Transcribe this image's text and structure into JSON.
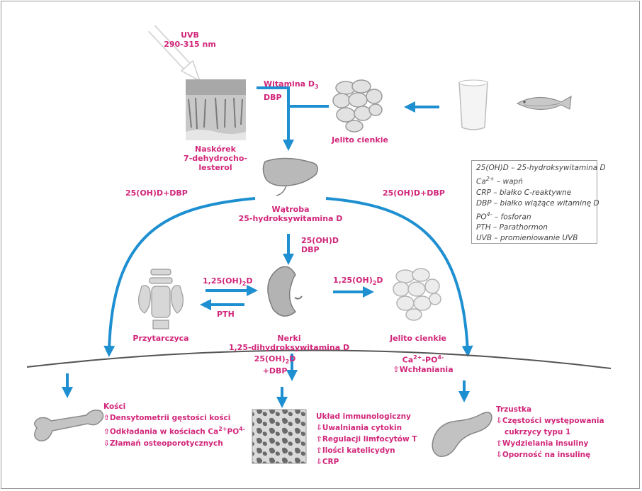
{
  "uvb": {
    "label": "UVB",
    "wavelength": "290-315 nm"
  },
  "skin": {
    "line1": "Naskórek",
    "line2": "7-dehydrocho-",
    "line3": "lesterol"
  },
  "vitd3": {
    "label": "Witamina D",
    "sub": "3",
    "dbp": "DBP"
  },
  "intestine_top": {
    "label": "Jelito cienkie"
  },
  "liver": {
    "line1": "Wątroba",
    "line2": "25-hydroksywitamina D"
  },
  "left_branch": {
    "label": "25(OH)D+DBP"
  },
  "right_branch": {
    "label": "25(OH)D+DBP"
  },
  "center_arrow": {
    "line1": "25(OH)D",
    "line2": "DBP"
  },
  "to_parathyroid": {
    "prefix": "1,25(OH)",
    "sub": "2",
    "suffix": "D"
  },
  "pth": {
    "label": "PTH"
  },
  "to_intestine": {
    "prefix": "1,25(OH)",
    "sub": "2",
    "suffix": "D"
  },
  "parathyroid": {
    "label": "Przytarczyca"
  },
  "kidney": {
    "line1": "Nerki",
    "line2": "1,25-dihydroksywitamina D"
  },
  "intestine_mid": {
    "label": "Jelito cienkie"
  },
  "ca_po4": {
    "prefix": "Ca",
    "ca_sup": "2+",
    "dash": "-PO",
    "po_sup": "4-",
    "effect_arrow": "⇧",
    "effect": "Wchłaniania"
  },
  "center_bottom": {
    "prefix": "25(OH)",
    "sub": "2",
    "suffix": "D",
    "line2": "+DBP"
  },
  "bones": {
    "title": "Kości",
    "items": [
      {
        "arrow": "⇧",
        "text": "Densytometrii gęstości kości"
      },
      {
        "arrow": "⇧",
        "text": "Odkładania w kościach Ca",
        "sup1": "2+",
        "mid": "PO",
        "sup2": "4-"
      },
      {
        "arrow": "⇩",
        "text": "Złamań osteoporotycznych"
      }
    ]
  },
  "immune": {
    "title": "Układ immunologiczny",
    "items": [
      {
        "arrow": "⇩",
        "text": "Uwalniania cytokin"
      },
      {
        "arrow": "⇧",
        "text": "Regulacji limfocytów T"
      },
      {
        "arrow": "⇧",
        "text": "Ilości katelicydyn"
      },
      {
        "arrow": "⇩",
        "text": "CRP"
      }
    ]
  },
  "pancreas": {
    "title": "Trzustka",
    "items": [
      {
        "arrow": "⇩",
        "text": "Częstości występowania"
      },
      {
        "arrow": "",
        "text": "cukrzycy typu 1"
      },
      {
        "arrow": "⇧",
        "text": "Wydzielania insuliny"
      },
      {
        "arrow": "⇩",
        "text": "Oporność na insulinę"
      }
    ]
  },
  "legend": {
    "items": [
      {
        "text": "25(OH)D – 25-hydroksywitamina D"
      },
      {
        "pre": "Ca",
        "sup": "2+",
        "post": " – wapń"
      },
      {
        "text": "CRP – białko C-reaktywne"
      },
      {
        "text": "DBP – białko wiążące witaminę D"
      },
      {
        "pre": "PO",
        "sup": "4-",
        "post": " – fosforan"
      },
      {
        "text": "PTH – Parathormon"
      },
      {
        "text": "UVB – promieniowanie UVB"
      }
    ]
  },
  "colors": {
    "arrow": "#1e8fd0",
    "text": "#d1267a",
    "line": "#555555",
    "legend_text": "#444444"
  }
}
